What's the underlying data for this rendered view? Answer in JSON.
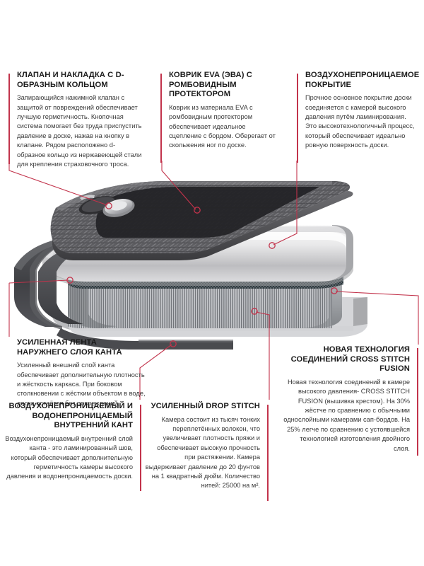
{
  "meta": {
    "accent_color": "#c2334b",
    "background_color": "#ffffff",
    "heading_color": "#1b1b1b",
    "body_color": "#3a3a3a",
    "subject": "sup-board-cutaway-construction-diagram"
  },
  "blocks": {
    "valve": {
      "title": "КЛАПАН И НАКЛАДКА С D-ОБРАЗНЫМ КОЛЬЦОМ",
      "body": "Запирающийся нажимной клапан с защитой от повреждений обеспечивает лучшую герметичность. Кнопочная система помогает без труда приспустить давление в доске, нажав на кнопку в клапане. Рядом расположено d-образное кольцо из нержавеющей стали для крепления страховочного троса."
    },
    "eva": {
      "title": "КОВРИК EVA (ЭВА) С РОМБОВИДНЫМ ПРОТЕКТОРОМ",
      "body": "Коврик из материала EVA с ромбовидным протектором обеспечивает идеальное сцепление с бордом. Оберегает от скольжения ног по доске."
    },
    "skin": {
      "title": "ВОЗДУХОНЕПРОНИЦАЕМОЕ ПОКРЫТИЕ",
      "body": "Прочное основное покрытие доски соединяется с камерой высокого давления путём ламинирования. Это высокотехнологичный процесс, который обеспечивает идеально ровную поверхность доски."
    },
    "tape": {
      "title": "УСИЛЕННАЯ ЛЕНТА НАРУЖНЕГО СЛОЯ КАНТА",
      "body": "Усиленный внешний слой канта обеспечивает дополнительную плотность и жёсткость каркаса. При боковом столкновении с жёстким объектом в воде, доска остаётся без повреждений."
    },
    "inner_rail": {
      "title": "ВОЗДУХОНЕПРОНИЦАЕМЫЙ И ВОДОНЕПРОНИЦАЕМЫЙ ВНУТРЕННИЙ КАНТ",
      "body": "Воздухонепроницаемый внутренний слой канта - это ламинированный шов, который обеспечивает дополнительную герметичность камеры высокого давления и водонепроницаемость доски."
    },
    "drop_stitch": {
      "title": "УСИЛЕННЫЙ DROP STITCH",
      "body": "Камера состоит из тысяч тонких переплетённых волокон, что увеличивает плотность пряжи и обеспечивает высокую прочность при растяжении. Камера выдерживает давление до 20 фунтов на 1 квадратный дюйм. Количество нитей: 25000 на м²."
    },
    "fusion": {
      "title": "НОВАЯ ТЕХНОЛОГИЯ СОЕДИНЕНИЙ CROSS STITCH FUSION",
      "body": "Новая технология соединений в камере высокого давления- CROSS STITCH FUSION (вышивка крестом). На 30% жёстче по сравнению с обычными однослойными камерами сап-бордов. На 25% легче по сравнению с устоявшейся технологией изготовления двойного слоя."
    }
  },
  "illustration": {
    "parts": [
      {
        "name": "eva-deck-pad",
        "label": "Коврик EVA с ромбовидным протектором"
      },
      {
        "name": "push-valve",
        "label": "Нажимной клапан"
      },
      {
        "name": "d-ring-patch",
        "label": "Накладка с D-образным кольцом"
      },
      {
        "name": "airtight-skin",
        "label": "Воздухонепроницаемое покрытие"
      },
      {
        "name": "outer-rail-tape",
        "label": "Усиленная лента наружнего слоя канта"
      },
      {
        "name": "inner-rail-seam",
        "label": "Воздухонепроницаемый внутренний кант"
      },
      {
        "name": "drop-stitch-core",
        "label": "Усиленный drop stitch"
      },
      {
        "name": "cross-stitch-fusion-seam",
        "label": "Cross Stitch Fusion"
      }
    ],
    "marker_count": 7
  }
}
